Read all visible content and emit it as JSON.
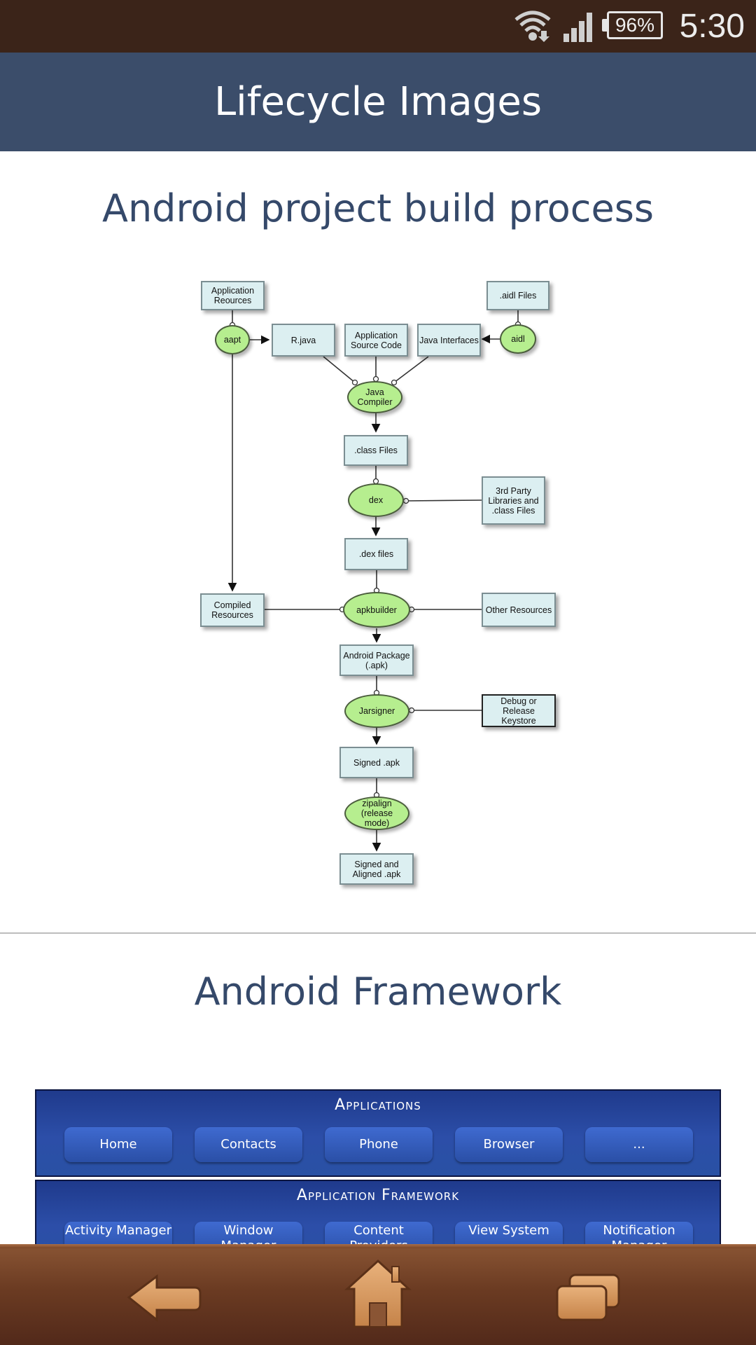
{
  "status_bar": {
    "time": "5:30",
    "battery_percent": "96%",
    "icons": [
      "wifi-icon",
      "cell-signal-icon",
      "battery-icon"
    ]
  },
  "header": {
    "title": "Lifecycle Images"
  },
  "sections": [
    {
      "heading": "Android project build process",
      "diagram": {
        "boxes": {
          "app_resources": "Application Reources",
          "aidl_files": ".aidl Files",
          "r_java": "R.java",
          "app_source": "Application Source Code",
          "java_interfaces": "Java Interfaces",
          "class_files": ".class Files",
          "third_party": "3rd Party Libraries and .class Files",
          "dex_files": ".dex files",
          "compiled_resources": "Compiled Resources",
          "other_resources": "Other Resources",
          "android_package": "Android Package (.apk)",
          "keystore": "Debug or Release Keystore",
          "signed_apk": "Signed .apk",
          "signed_aligned": "Signed and Aligned .apk"
        },
        "tools": {
          "aapt": "aapt",
          "aidl": "aidl",
          "java_compiler": "Java Compiler",
          "dex": "dex",
          "apkbuilder": "apkbuilder",
          "jarsigner": "Jarsigner",
          "zipalign": "zipalign (release mode)"
        }
      }
    },
    {
      "heading": "Android Framework",
      "framework": {
        "applications_title": "Applications",
        "applications": [
          "Home",
          "Contacts",
          "Phone",
          "Browser",
          "..."
        ],
        "framework_title": "Application Framework",
        "framework_items": [
          "Activity Manager",
          "Window Manager",
          "Content Providers",
          "View System",
          "Notification Manager"
        ]
      }
    }
  ],
  "nav_bar": {
    "icons": [
      "back-icon",
      "home-icon",
      "recent-apps-icon"
    ],
    "color": "#6b3b22"
  },
  "colors": {
    "title_bar": "#3b4d6a",
    "status_bar": "#3b2419",
    "heading_text": "#35496a",
    "tool_oval": "#b6ee8f",
    "box_fill": "#dceff1"
  }
}
